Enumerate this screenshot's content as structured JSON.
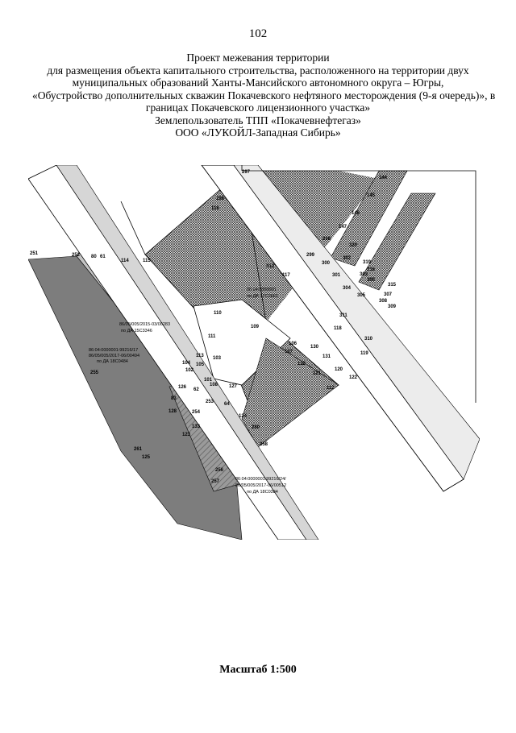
{
  "page_number": "102",
  "title_lines": [
    "Проект межевания территории",
    "для размещения объекта капитального строительства, расположенного на территории двух",
    "муниципальных образований Ханты-Мансийского автономного округа – Югры,",
    "«Обустройство дополнительных скважин Покачевского нефтяного месторождения (9-я очередь)», в",
    "границах Покачевского лицензионного участка»",
    "Землепользователь ТПП «Покачевнефтегаз»",
    "ООО «ЛУКОЙЛ-Западная Сибирь»"
  ],
  "scale_label": "Масштаб 1:500",
  "parcel_labels": [
    {
      "id": "upper",
      "lines": [
        "86:04:0000001",
        "по ДА 17С2661"
      ]
    },
    {
      "id": "middle",
      "lines": [
        "86/05/005/2015-03/00283",
        "по ДА 15С3346"
      ]
    },
    {
      "id": "left",
      "lines": [
        "86:04:0000001:99216/17",
        "86/05/005/2017-06/00494",
        "по ДА 18С0484"
      ]
    },
    {
      "id": "lower",
      "lines": [
        "86:04:0000001:99216/24/",
        "86/05/005/2017-06/00512",
        "по ДА 18С0384"
      ]
    }
  ],
  "point_numbers": [
    "297",
    "296",
    "116",
    "144",
    "145",
    "146",
    "147",
    "298",
    "320",
    "299",
    "300",
    "302",
    "319",
    "316",
    "306",
    "315",
    "301",
    "303",
    "304",
    "305",
    "307",
    "308",
    "309",
    "312",
    "117",
    "251",
    "252",
    "80",
    "61",
    "114",
    "115",
    "110",
    "109",
    "111",
    "311",
    "118",
    "310",
    "119",
    "106",
    "107",
    "130",
    "131",
    "132",
    "121",
    "120",
    "122",
    "112",
    "113",
    "104",
    "105",
    "103",
    "102",
    "101",
    "108",
    "127",
    "62",
    "83",
    "126",
    "253",
    "64",
    "128",
    "254",
    "133",
    "123",
    "124",
    "260",
    "258",
    "261",
    "125",
    "255",
    "256",
    "257"
  ]
}
